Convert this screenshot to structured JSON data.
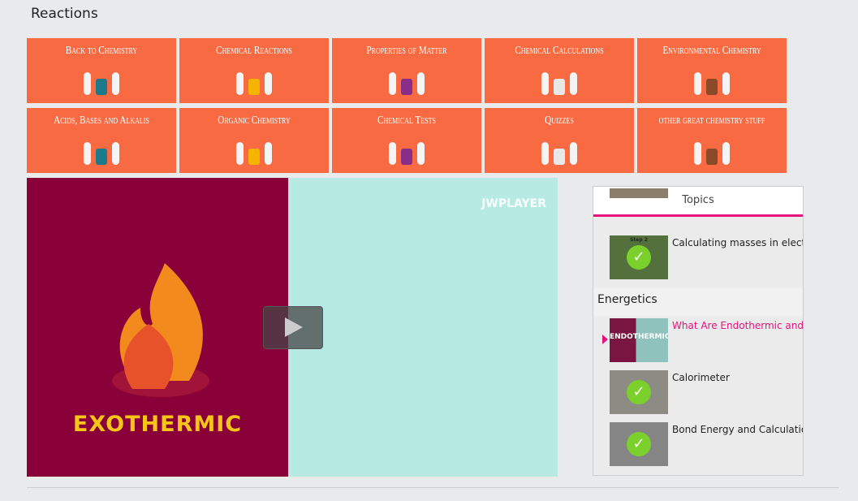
{
  "page": {
    "title": "Reactions"
  },
  "tiles": [
    {
      "label": "Back to Chemistry"
    },
    {
      "label": "Chemical Reactions"
    },
    {
      "label": "Properties of Matter"
    },
    {
      "label": "Chemical Calculations"
    },
    {
      "label": "Environmental Chemistry"
    },
    {
      "label": "Acids, Bases and Alkalis"
    },
    {
      "label": "Organic Chemistry"
    },
    {
      "label": "Chemical Tests"
    },
    {
      "label": "Quizzes"
    },
    {
      "label": "other great chemistry stuff"
    }
  ],
  "video": {
    "poster_text": "EXOTHERMIC",
    "player_brand": "JWPLAYER"
  },
  "topics": {
    "tab": "Topics",
    "section": "Energetics",
    "items": [
      {
        "title": "Calculating masses in electro",
        "watched": true,
        "thumb_text": "Step 2"
      },
      {
        "title": "What Are Endothermic and E",
        "active": true,
        "thumb_text": "ENDOTHERMIC & EXOTHERMIC"
      },
      {
        "title": "Calorimeter",
        "watched": true
      },
      {
        "title": "Bond Energy and Calculation",
        "watched": true
      }
    ]
  },
  "colors": {
    "tile": "#f76a42",
    "accent": "#e5127d",
    "check": "#7bd02c",
    "poster": "#8a0038",
    "video_bg": "#b8eae4"
  }
}
